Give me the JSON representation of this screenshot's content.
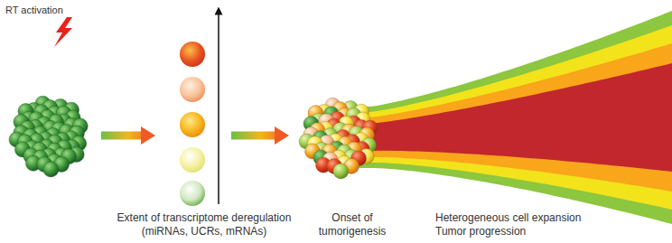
{
  "diagram": {
    "nodes": [
      {
        "text": [
          "RT activation"
        ]
      },
      {
        "text": [
          "Extent of transcriptome deregulation (miRNAs, UCRs, mRNAs)"
        ]
      },
      {
        "text": [
          "Onset of tumorigenesis"
        ]
      },
      {
        "text": [
          "Heterogeneous cell expansion",
          "Tumor progression"
        ]
      }
    ],
    "edges": [
      {
        "from": 0,
        "to": 1,
        "arrow": "to"
      },
      {
        "from": 1,
        "to": 2,
        "arrow": "to"
      }
    ]
  }
}
